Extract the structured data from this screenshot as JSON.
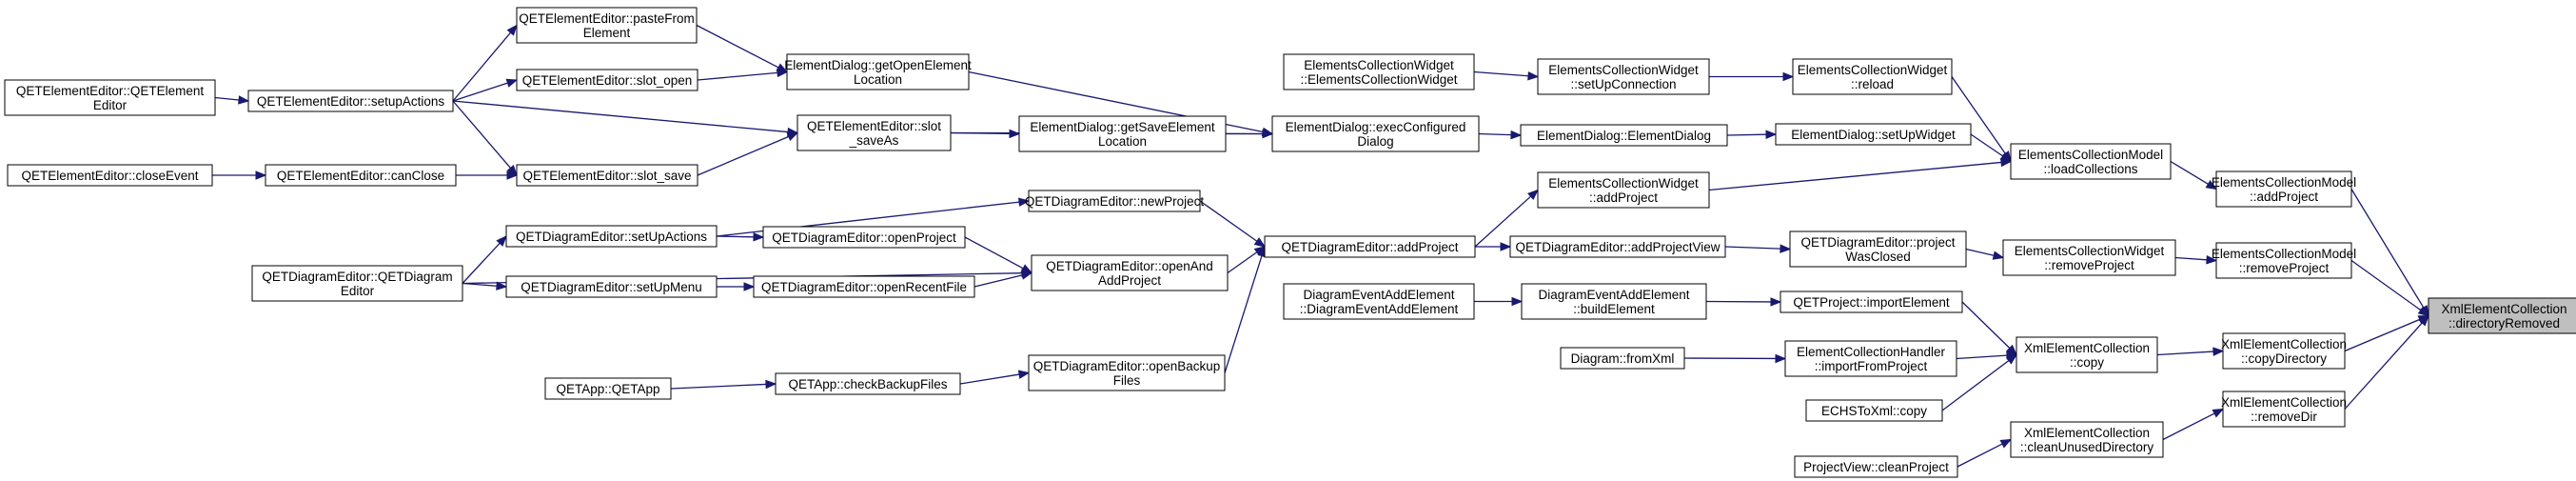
{
  "graph": {
    "nodes": [
      {
        "id": "root",
        "lines": [
          "XmlElementCollection",
          "::directoryRemoved"
        ],
        "target": true
      },
      {
        "id": "ecm_add",
        "lines": [
          "ElementsCollectionModel",
          "::addProject"
        ]
      },
      {
        "id": "ecm_rem",
        "lines": [
          "ElementsCollectionModel",
          "::removeProject"
        ]
      },
      {
        "id": "xec_copydir",
        "lines": [
          "XmlElementCollection",
          "::copyDirectory"
        ]
      },
      {
        "id": "xec_remdir",
        "lines": [
          "XmlElementCollection",
          "::removeDir"
        ]
      },
      {
        "id": "ecm_load",
        "lines": [
          "ElementsCollectionModel",
          "::loadCollections"
        ]
      },
      {
        "id": "ecw_remproj",
        "lines": [
          "ElementsCollectionWidget",
          "::removeProject"
        ]
      },
      {
        "id": "xec_copy",
        "lines": [
          "XmlElementCollection",
          "::copy"
        ]
      },
      {
        "id": "xec_clean",
        "lines": [
          "XmlElementCollection",
          "::cleanUnusedDirectory"
        ]
      },
      {
        "id": "ecw_reload",
        "lines": [
          "ElementsCollectionWidget",
          "::reload"
        ]
      },
      {
        "id": "ed_setup",
        "lines": [
          "ElementDialog::setUpWidget"
        ]
      },
      {
        "id": "ecw_addproj",
        "lines": [
          "ElementsCollectionWidget",
          "::addProject"
        ]
      },
      {
        "id": "qde_projclosed",
        "lines": [
          "QETDiagramEditor::project",
          "WasClosed"
        ]
      },
      {
        "id": "qetp_import",
        "lines": [
          "QETProject::importElement"
        ]
      },
      {
        "id": "ech_import",
        "lines": [
          "ElementCollectionHandler",
          "::importFromProject"
        ]
      },
      {
        "id": "echs",
        "lines": [
          "ECHSToXml::copy"
        ]
      },
      {
        "id": "pv_clean",
        "lines": [
          "ProjectView::cleanProject"
        ]
      },
      {
        "id": "ecw_setupconn",
        "lines": [
          "ElementsCollectionWidget",
          "::setUpConnection"
        ]
      },
      {
        "id": "ed_ctor",
        "lines": [
          "ElementDialog::ElementDialog"
        ]
      },
      {
        "id": "qde_addview",
        "lines": [
          "QETDiagramEditor::addProjectView"
        ]
      },
      {
        "id": "dea_build",
        "lines": [
          "DiagramEventAddElement",
          "::buildElement"
        ]
      },
      {
        "id": "d_fromxml",
        "lines": [
          "Diagram::fromXml"
        ]
      },
      {
        "id": "ecw_ctor",
        "lines": [
          "ElementsCollectionWidget",
          "::ElementsCollectionWidget"
        ]
      },
      {
        "id": "ed_exec",
        "lines": [
          "ElementDialog::execConfigured",
          "Dialog"
        ]
      },
      {
        "id": "qde_addproj",
        "lines": [
          "QETDiagramEditor::addProject"
        ]
      },
      {
        "id": "dea_ctor",
        "lines": [
          "DiagramEventAddElement",
          "::DiagramEventAddElement"
        ]
      },
      {
        "id": "ed_open",
        "lines": [
          "ElementDialog::getOpenElement",
          "Location"
        ]
      },
      {
        "id": "ed_save",
        "lines": [
          "ElementDialog::getSaveElement",
          "Location"
        ]
      },
      {
        "id": "qde_newproj",
        "lines": [
          "QETDiagramEditor::newProject"
        ]
      },
      {
        "id": "qde_openadd",
        "lines": [
          "QETDiagramEditor::openAnd",
          "AddProject"
        ]
      },
      {
        "id": "qde_openbackup",
        "lines": [
          "QETDiagramEditor::openBackup",
          "Files"
        ]
      },
      {
        "id": "qee_paste",
        "lines": [
          "QETElementEditor::pasteFrom",
          "Element"
        ]
      },
      {
        "id": "qee_slotopen",
        "lines": [
          "QETElementEditor::slot_open"
        ]
      },
      {
        "id": "qee_saveas",
        "lines": [
          "QETElementEditor::slot",
          "_saveAs"
        ]
      },
      {
        "id": "qee_slotsave",
        "lines": [
          "QETElementEditor::slot_save"
        ]
      },
      {
        "id": "qde_openproj",
        "lines": [
          "QETDiagramEditor::openProject"
        ]
      },
      {
        "id": "qde_openrecent",
        "lines": [
          "QETDiagramEditor::openRecentFile"
        ]
      },
      {
        "id": "qa_checkbackup",
        "lines": [
          "QETApp::checkBackupFiles"
        ]
      },
      {
        "id": "qee_setupactions",
        "lines": [
          "QETElementEditor::setupActions"
        ]
      },
      {
        "id": "qee_canclose",
        "lines": [
          "QETElementEditor::canClose"
        ]
      },
      {
        "id": "qde_setupactions",
        "lines": [
          "QETDiagramEditor::setUpActions"
        ]
      },
      {
        "id": "qde_setupmenu",
        "lines": [
          "QETDiagramEditor::setUpMenu"
        ]
      },
      {
        "id": "qa_ctor",
        "lines": [
          "QETApp::QETApp"
        ]
      },
      {
        "id": "qee_ctor",
        "lines": [
          "QETElementEditor::QETElement",
          "Editor"
        ]
      },
      {
        "id": "qee_closeevent",
        "lines": [
          "QETElementEditor::closeEvent"
        ]
      },
      {
        "id": "qde_ctor",
        "lines": [
          "QETDiagramEditor::QETDiagram",
          "Editor"
        ]
      }
    ],
    "edges": [
      [
        "ecm_add",
        "root"
      ],
      [
        "ecm_rem",
        "root"
      ],
      [
        "xec_copydir",
        "root"
      ],
      [
        "xec_remdir",
        "root"
      ],
      [
        "ecm_load",
        "ecm_add"
      ],
      [
        "ecw_remproj",
        "ecm_rem"
      ],
      [
        "xec_copy",
        "xec_copydir"
      ],
      [
        "xec_clean",
        "xec_remdir"
      ],
      [
        "ecw_reload",
        "ecm_load"
      ],
      [
        "ed_setup",
        "ecm_load"
      ],
      [
        "ecw_addproj",
        "ecm_load"
      ],
      [
        "qde_projclosed",
        "ecw_remproj"
      ],
      [
        "qetp_import",
        "xec_copy"
      ],
      [
        "ech_import",
        "xec_copy"
      ],
      [
        "echs",
        "xec_copy"
      ],
      [
        "pv_clean",
        "xec_clean"
      ],
      [
        "ecw_setupconn",
        "ecw_reload"
      ],
      [
        "ed_ctor",
        "ed_setup"
      ],
      [
        "qde_addproj",
        "ecw_addproj"
      ],
      [
        "qde_addview",
        "qde_projclosed"
      ],
      [
        "dea_build",
        "qetp_import"
      ],
      [
        "d_fromxml",
        "ech_import"
      ],
      [
        "ecw_ctor",
        "ecw_setupconn"
      ],
      [
        "ed_exec",
        "ed_ctor"
      ],
      [
        "qde_addproj",
        "qde_addview"
      ],
      [
        "dea_ctor",
        "dea_build"
      ],
      [
        "ed_open",
        "ed_exec"
      ],
      [
        "ed_save",
        "ed_exec"
      ],
      [
        "qee_saveas",
        "ed_exec"
      ],
      [
        "qde_newproj",
        "qde_addproj"
      ],
      [
        "qde_openadd",
        "qde_addproj"
      ],
      [
        "qde_openbackup",
        "qde_addproj"
      ],
      [
        "qee_paste",
        "ed_open"
      ],
      [
        "qee_slotopen",
        "ed_open"
      ],
      [
        "qee_saveas",
        "ed_save"
      ],
      [
        "qde_openproj",
        "qde_openadd"
      ],
      [
        "qde_openrecent",
        "qde_openadd"
      ],
      [
        "qde_ctor",
        "qde_openadd"
      ],
      [
        "qa_checkbackup",
        "qde_openbackup"
      ],
      [
        "qee_setupactions",
        "qee_paste"
      ],
      [
        "qee_setupactions",
        "qee_slotopen"
      ],
      [
        "qee_setupactions",
        "qee_saveas"
      ],
      [
        "qee_setupactions",
        "qee_slotsave"
      ],
      [
        "qee_canclose",
        "qee_slotsave"
      ],
      [
        "qee_slotsave",
        "qee_saveas"
      ],
      [
        "qde_setupactions",
        "qde_newproj"
      ],
      [
        "qde_setupactions",
        "qde_openproj"
      ],
      [
        "qde_setupmenu",
        "qde_openrecent"
      ],
      [
        "qa_ctor",
        "qa_checkbackup"
      ],
      [
        "qee_ctor",
        "qee_setupactions"
      ],
      [
        "qee_closeevent",
        "qee_canclose"
      ],
      [
        "qde_ctor",
        "qde_setupactions"
      ],
      [
        "qde_ctor",
        "qde_setupmenu"
      ]
    ],
    "colors": {
      "edge": "#191970",
      "node_border": "#000000",
      "target_fill": "#bfbfbf",
      "node_fill": "#ffffff"
    }
  }
}
